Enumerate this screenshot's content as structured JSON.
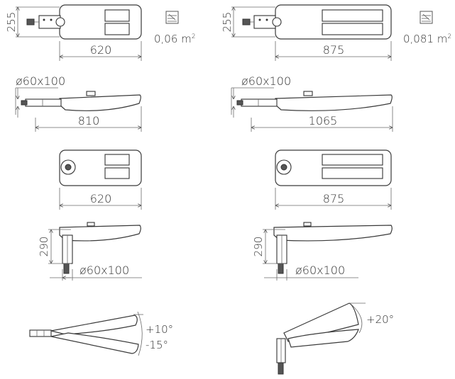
{
  "small": {
    "bracket_width": "255",
    "length": "620",
    "wind_area": "0,06 m",
    "wind_unit_sup": "2",
    "pole_fit": "ø60x100",
    "side_length": "810",
    "bottom_length": "620",
    "pole_fit_vertical": "ø60x100",
    "height": "290",
    "tilt_up": "+10°",
    "tilt_down": "-15°"
  },
  "large": {
    "bracket_width": "255",
    "length": "875",
    "wind_area": "0,081 m",
    "wind_unit_sup": "2",
    "pole_fit": "ø60x100",
    "side_length": "1065",
    "bottom_length": "875",
    "pole_fit_vertical": "ø60x100",
    "height": "290",
    "tilt_up": "+20°"
  },
  "icons": [
    "wind-area-icon"
  ]
}
